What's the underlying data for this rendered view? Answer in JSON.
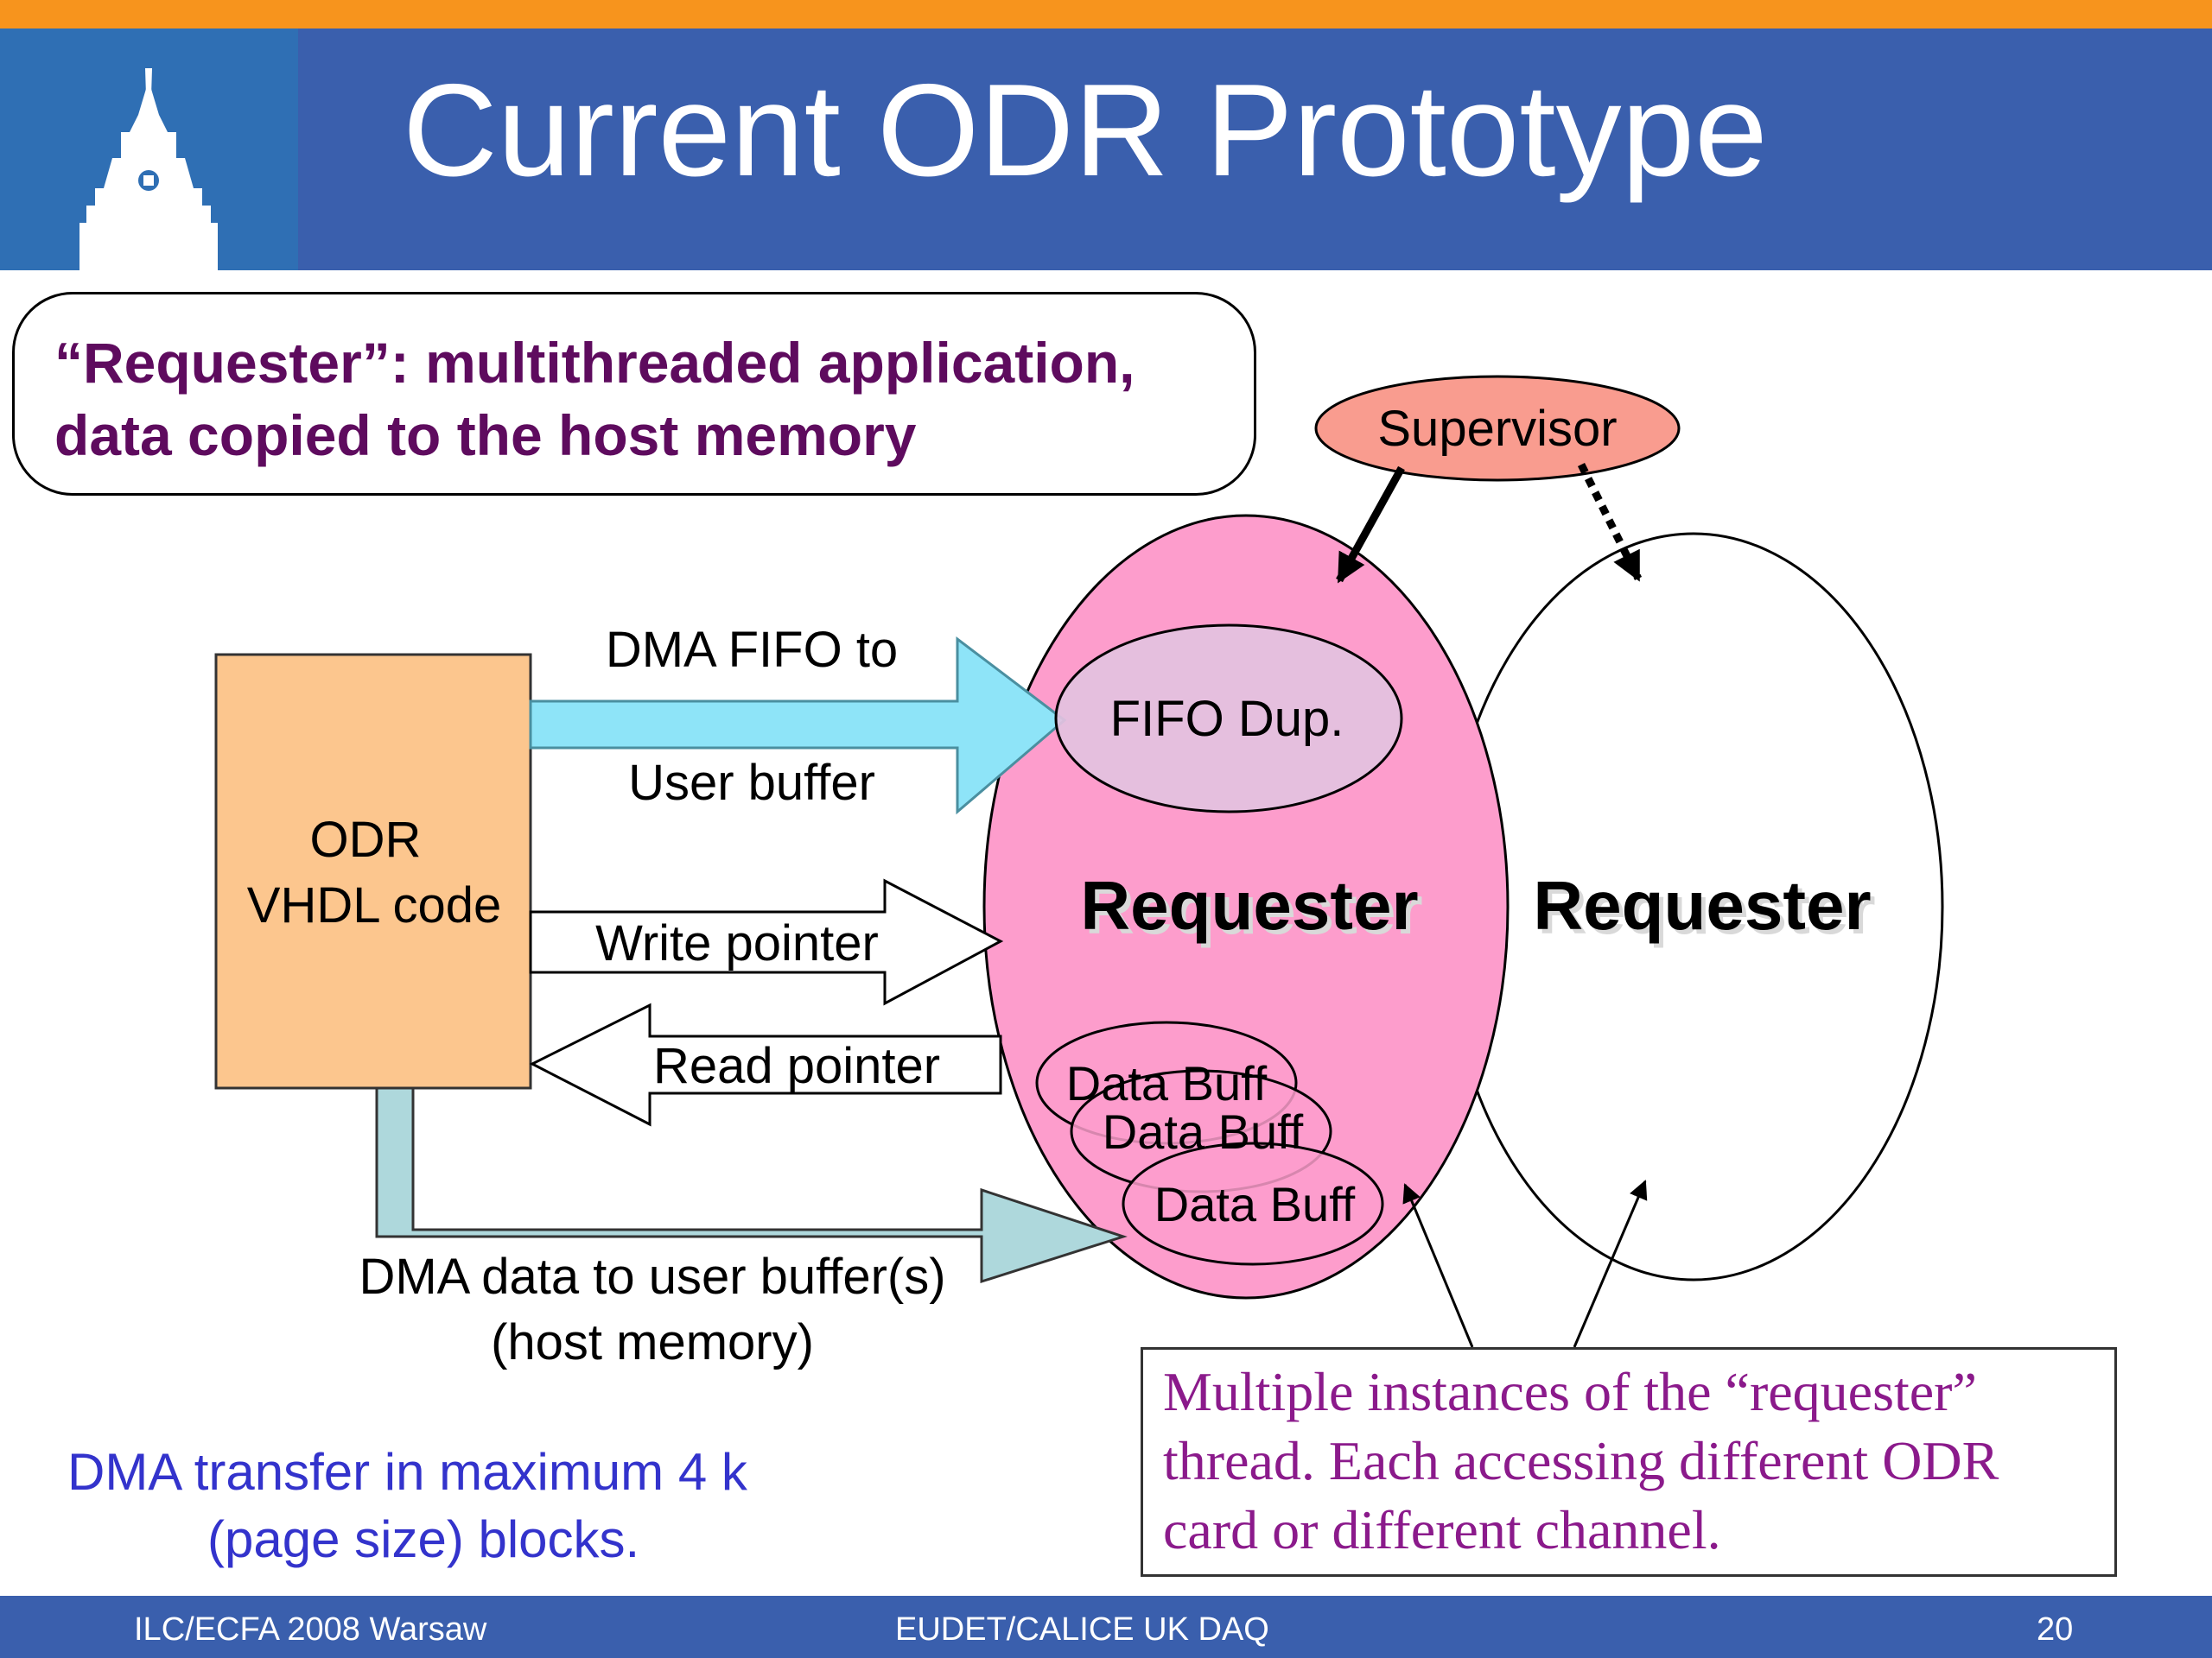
{
  "header": {
    "title": "Current ODR Prototype"
  },
  "callout": {
    "line1": "“Requester”: multithreaded application,",
    "line2": "data copied to the host memory"
  },
  "diagram": {
    "odr_box": {
      "line1": "ODR",
      "line2": "VHDL code"
    },
    "arrows": {
      "dma_fifo_top": "DMA FIFO to",
      "dma_fifo_bottom": "User buffer",
      "write_pointer": "Write pointer",
      "read_pointer": "Read pointer",
      "dma_data_line1": "DMA data to user buffer(s)",
      "dma_data_line2": "(host memory)"
    },
    "supervisor": "Supervisor",
    "fifo_dup": "FIFO Dup.",
    "requester_main": "Requester",
    "requester_second": "Requester",
    "data_buff": [
      "Data Buff",
      "Data Buff",
      "Data Buff"
    ]
  },
  "note": {
    "line1": "Multiple instances of the “requester”",
    "line2": "thread. Each accessing different ODR",
    "line3": "card or different channel."
  },
  "dma_note": {
    "line1": "DMA transfer in maximum 4 k",
    "line2": "(page size) blocks."
  },
  "footer": {
    "left": "ILC/ECFA 2008 Warsaw",
    "center": "EUDET/CALICE UK DAQ",
    "page": "20"
  },
  "colors": {
    "header_blue": "#3a5fad",
    "accent_orange": "#f7941d",
    "odr_box": "#fcc68e",
    "cyan_arrow": "#8ee4f8",
    "pale_arrow": "#aed8dc",
    "requester_pink": "#fd9dcc",
    "supervisor_salmon": "#f99c8f",
    "fifo_lavender": "#e3c2e0",
    "callout_text": "#5e0b5e",
    "note_text": "#8b1a8b",
    "dma_note_text": "#3333cc"
  }
}
